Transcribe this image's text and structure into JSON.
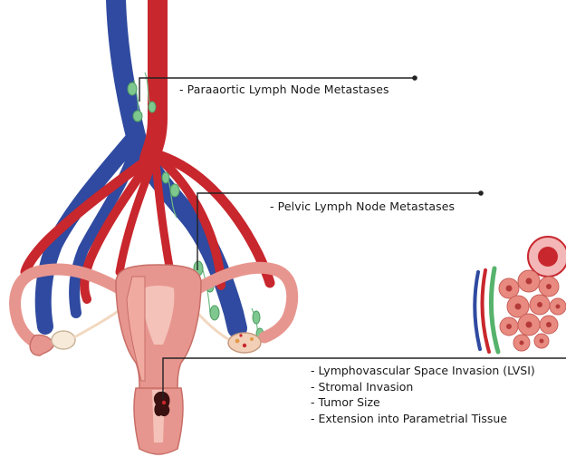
{
  "labels": {
    "paraaortic": "- Paraaortic Lymph Node Metastases",
    "pelvic": "- Pelvic Lymph Node Metastases"
  },
  "local_factors": [
    "- Lymphovascular Space Invasion (LVSI)",
    "- Stromal Invasion",
    "- Tumor Size",
    "- Extension into Parametrial Tissue"
  ],
  "colors": {
    "artery": "#c8272d",
    "artery_dark": "#9d1b20",
    "vein": "#2f4aa0",
    "vein_dark": "#22387c",
    "lymph_node": "#7ec88f",
    "uterus": "#e7968f",
    "uterus_dark": "#c86e67",
    "uterus_inner": "#f2b7ae",
    "tumor": "#3a1010",
    "leader": "#222222"
  }
}
